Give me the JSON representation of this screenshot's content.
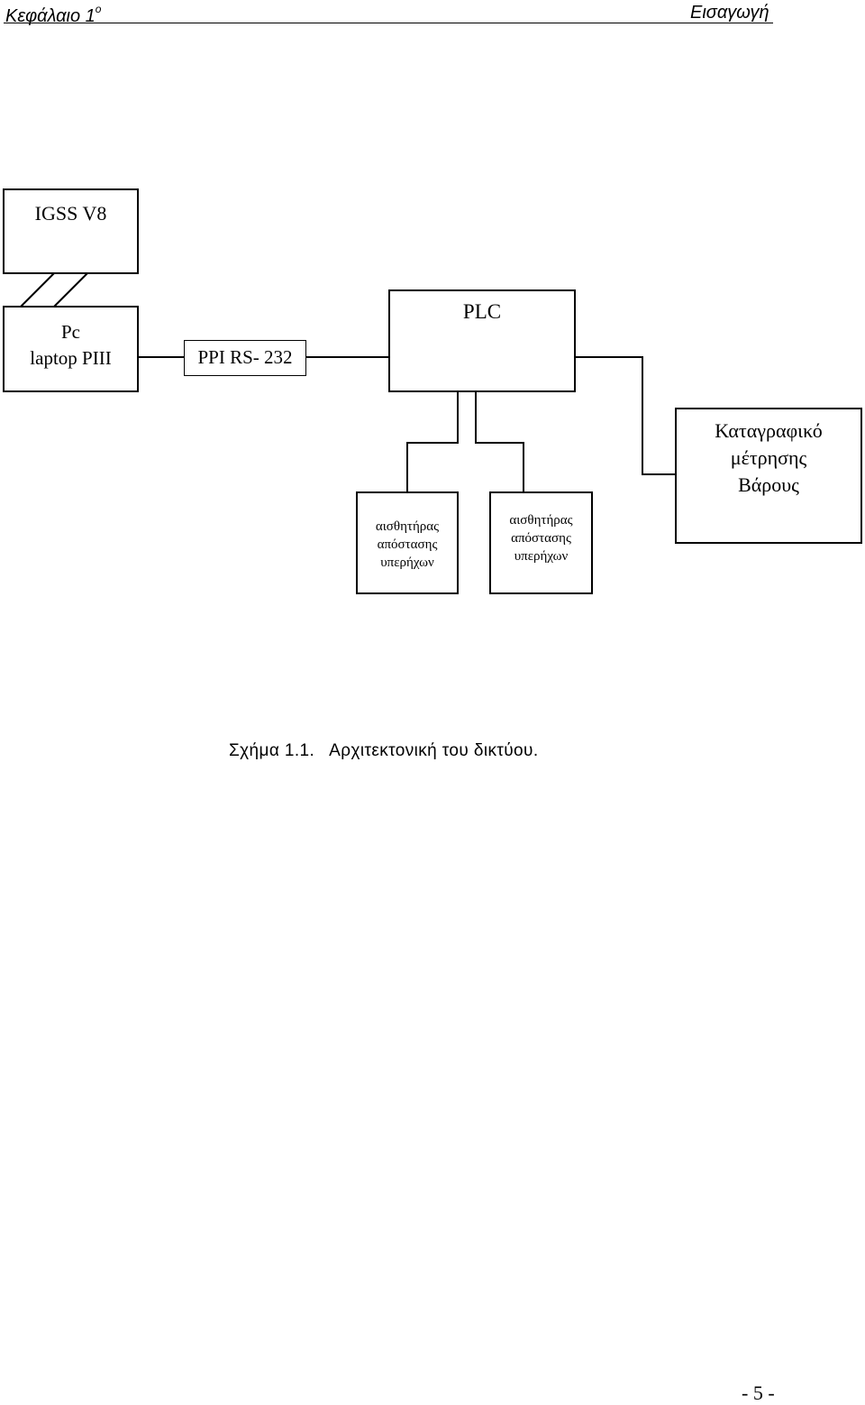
{
  "header": {
    "chapter": "Κεφάλαιο 1",
    "chapter_sup": "ο",
    "section": "Εισαγωγή"
  },
  "diagram": {
    "igss": "IGSS V8",
    "pc_line1": "Pc",
    "pc_line2": "laptop PIII",
    "ppi": "PPI RS- 232",
    "plc": "PLC",
    "recorder_line1": "Καταγραφικό",
    "recorder_line2": "μέτρησης",
    "recorder_line3": "Βάρους",
    "sensor1_line1": "αισθητήρας",
    "sensor1_line2": "απόστασης",
    "sensor1_line3": "υπερήχων",
    "sensor2_line1": "αισθητήρας",
    "sensor2_line2": "απόστασης",
    "sensor2_line3": "υπερήχων"
  },
  "caption": "Σχήμα 1.1.   Αρχιτεκτονική του δικτύου.",
  "page_number": "- 5 -"
}
